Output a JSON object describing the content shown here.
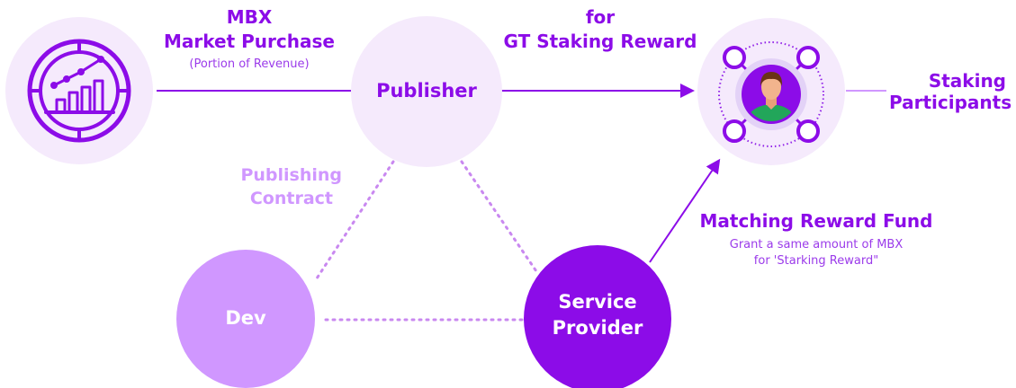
{
  "colors": {
    "primary": "#8c0ce8",
    "secondary": "#d097ff",
    "light_circle": "#f5eafc",
    "avatar_bg": "#e3d2f7",
    "dotted_line": "#c988f0"
  },
  "icons": {
    "market": "chart-target-icon",
    "participants": "person-avatar-icon"
  },
  "labels": {
    "mbx": "MBX",
    "market_purchase": "Market Purchase",
    "portion_of_revenue": "(Portion of Revenue)",
    "for": "for",
    "gt_staking_reward": "GT Staking Reward",
    "staking": "Staking",
    "participants": "Participants",
    "publishing": "Publishing",
    "contract": "Contract",
    "matching_reward_fund": "Matching Reward Fund",
    "grant_line1": "Grant a same amount of MBX",
    "grant_line2": "for 'Starking Reward\""
  },
  "nodes": {
    "publisher": "Publisher",
    "dev": "Dev",
    "service": "Service",
    "provider": "Provider"
  }
}
